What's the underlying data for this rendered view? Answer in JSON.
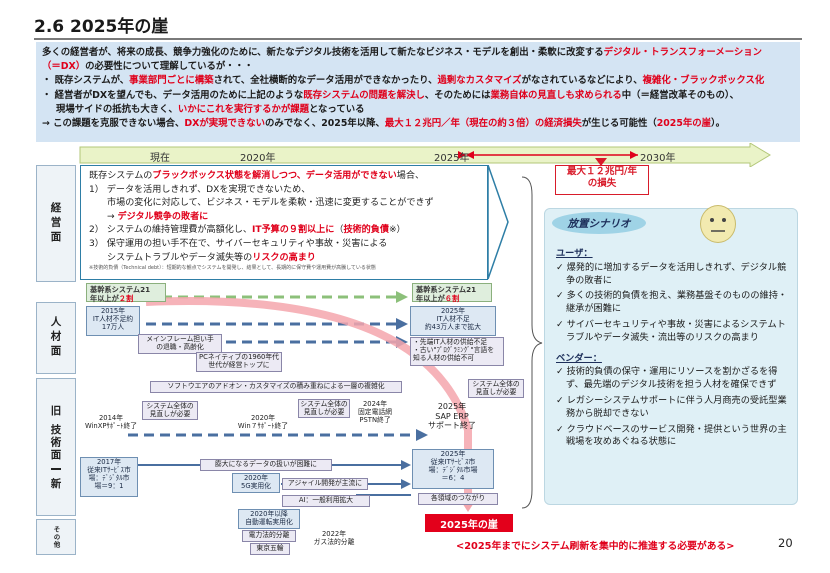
{
  "title": "2.6  2025年の崖",
  "summary": {
    "l1a": "多くの経営者が、将来の成長、競争力強化のために、新たなデジタル技術を活用して新たなビジネス・モデルを創出・柔軟に改変する",
    "l1b": "デジタル・トランスフォーメーション",
    "l2a": "（＝DX）",
    "l2b": "の必要性について理解しているが・・・",
    "l3a": "・ 既存システムが、",
    "l3b": "事業部門ごとに構築",
    "l3c": "されて、全社横断的なデータ活用ができなかったり、",
    "l3d": "過剰なカスタマイズ",
    "l3e": "がなされているなどにより、",
    "l3f": "複雑化・ブラックボックス化",
    "l4a": "・ 経営者がDXを望んでも、データ活用のために上記のような",
    "l4b": "既存システムの問題を解決し",
    "l4c": "、そのためには",
    "l4d": "業務自体の見直しも求められる",
    "l4e": "中（＝経営改革そのもの）、",
    "l5a": "現場サイドの抵抗も大きく、",
    "l5b": "いかにこれを実行するかが課題",
    "l5c": "となっている",
    "l6a": "→ この課題を克服できない場合、",
    "l6b": "DXが実現できない",
    "l6c": "のみでなく、2025年以降、",
    "l6d": "最大１２兆円／年（現在の約３倍）の経済損失",
    "l6e": "が生じる可能性（",
    "l6f": "2025年の崖",
    "l6g": "）。"
  },
  "timeline": {
    "now": "現在",
    "y2020": "2020年",
    "y2025": "2025年",
    "y2030": "2030年"
  },
  "loss": {
    "line1": "最大１２兆円/年",
    "line2": "の損失"
  },
  "side": {
    "management": "経営面",
    "people": "人材面",
    "tech": "技術面",
    "old": "旧",
    "new": "新",
    "other": "その他"
  },
  "mgmt": {
    "l1a": "既存システムの",
    "l1b": "ブラックボックス状態を解消しつつ、データ活用ができない",
    "l1c": "場合、",
    "l2": "1） データを活用しきれず、DXを実現できないため、",
    "l3": "市場の変化に対応して、ビジネス・モデルを柔軟・迅速に変更することができず",
    "l4a": "→ ",
    "l4b": "デジタル競争の敗者に",
    "l5a": "2） システムの維持管理費が高額化し、",
    "l5b": "IT予算の９割以上に",
    "l5c": "（",
    "l5d": "技術的負債",
    "l5e": "※）",
    "l6": "3） 保守運用の担い手不在で、サイバーセキュリティや事故・災害による",
    "l7a": "システムトラブルやデータ滅失等の",
    "l7b": "リスクの高まり",
    "note": "※技術的負債（Technical debt）：短期的な観点でシステムを開発し、結果として、長期的に保守費や運用費が高騰している状態"
  },
  "core": {
    "left_l1": "基幹系システム21",
    "left_l2a": "年以上が",
    "left_l2b": "２割",
    "right_l1": "基幹系システム21",
    "right_l2a": "年以上が",
    "right_l2b": "６割"
  },
  "people": {
    "y2015_l1": "2015年",
    "y2015_l2": "IT人材不足約",
    "y2015_l3": "17万人",
    "y2025_l1": "2025年",
    "y2025_l2": "IT人材不足",
    "y2025_l3": "約43万人まで拡大",
    "mainframe_l1": "メインフレーム担い手",
    "mainframe_l2": "の退職・高齢化",
    "pcnative_l1": "PCネイティブの1960年代",
    "pcnative_l2": "世代が経営トップに",
    "advanced_l1": "・先端IT人材の供給不足",
    "advanced_l2": "・古い\"ﾌﾟﾛｸﾞﾗﾐﾝｸﾞ\"言語を",
    "advanced_l3": "知る人材の供給不可"
  },
  "tech": {
    "software": "ソフトウエアのアドオン・カスタマイズの積み重ねによる一層の複雑化",
    "sysfull_right_l1": "システム全体の",
    "sysfull_right_l2": "見直しが必要",
    "sysfull1_l1": "システム全体の",
    "sysfull1_l2": "見直しが必要",
    "y2014_l1": "2014年",
    "y2014_l2": "WinXPｻﾎﾟｰﾄ終了",
    "y2020_l1": "2020年",
    "y2020_l2": "Win７ｻﾎﾟｰﾄ終了",
    "sysfull2_l1": "システム全体の",
    "sysfull2_l2": "見直しが必要",
    "y2024_l1": "2024年",
    "y2024_l2": "固定電話網",
    "y2024_l3": "PSTN終了",
    "y2025sap_l1": "2025年",
    "y2025sap_l2": "SAP ERP",
    "y2025sap_l3": "サポート終了",
    "datahandling": "膨大になるデータの扱いが困難に",
    "y2017_l1": "2017年",
    "y2017_l2": "従来ITｻｰﾋﾞｽ市",
    "y2017_l3": "場：ﾃﾞｼﾞﾀﾙ市",
    "y2017_l4": "場＝9：1",
    "y2020_5g_l1": "2020年",
    "y2020_5g_l2": "5G実用化",
    "agile": "アジャイル開発が主流に",
    "ai": "AI：一般利用拡大",
    "y2025svc_l1": "2025年",
    "y2025svc_l2": "従来ITｻｰﾋﾞｽ市",
    "y2025svc_l3": "場：ﾃﾞｼﾞﾀﾙ市場",
    "y2025svc_l4": "＝6：4",
    "connect": "各領域のつながり"
  },
  "other": {
    "auto_l1": "2020年以降",
    "auto_l2": "自動運転実用化",
    "denryoku": "電力法的分離",
    "tokyo": "東京五輪",
    "gas_l1": "2022年",
    "gas_l2": "ガス法的分離"
  },
  "cliff": "2025年の崖",
  "scenario": {
    "title": "放置シナリオ",
    "user_hdr": "ユーザ：",
    "user1": "✓ 爆発的に増加するデータを活用しきれず、デジタル競争の敗者に",
    "user2": "✓ 多くの技術的負債を抱え、業務基盤そのものの維持・継承が困難に",
    "user3": "✓ サイバーセキュリティや事故・災害によるシステムトラブルやデータ滅失・流出等のリスクの高まり",
    "vendor_hdr": "ベンダー：",
    "vendor1": "✓ 技術的負債の保守・運用にリソースを割かざるを得ず、最先端のデジタル技術を担う人材を確保できず",
    "vendor2": "✓ レガシーシステムサポートに伴う人月商売の受託型業務から脱却できない",
    "vendor3": "✓ クラウドベースのサービス開発・提供という世界の主戦場を攻めあぐねる状態に"
  },
  "bottom_note": "<2025年までにシステム刷新を集中的に推進する必要がある>",
  "page_number": "20",
  "colors": {
    "red": "#e0001b",
    "blue_panel": "#d4e4f3",
    "timeline_green": "#e9f2c6",
    "scenario_bg": "#dff0f6"
  }
}
